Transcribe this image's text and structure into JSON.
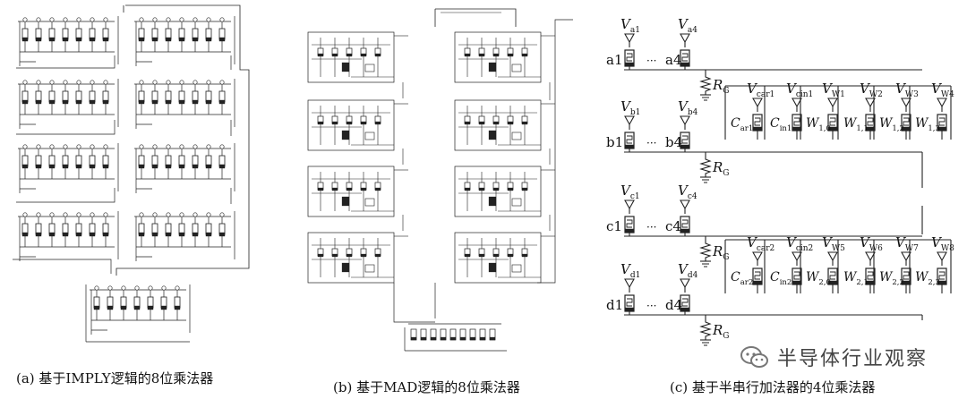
{
  "captions": {
    "a": "(a) 基于IMPLY逻辑的8位乘法器",
    "b": "(b) 基于MAD逻辑的8位乘法器",
    "c": "(c) 基于半串行加法器的4位乘法器"
  },
  "watermark": "半导体行业观察",
  "panel_c": {
    "rows": [
      {
        "v_first": "V",
        "v_first_sub": "a1",
        "v_last": "V",
        "v_last_sub": "a4",
        "first": "a1",
        "last": "a4",
        "rg": "R",
        "rg_sub": "G"
      },
      {
        "v_first": "V",
        "v_first_sub": "b1",
        "v_last": "V",
        "v_last_sub": "b4",
        "first": "b1",
        "last": "b4",
        "rg": "R",
        "rg_sub": "G"
      },
      {
        "v_first": "V",
        "v_first_sub": "c1",
        "v_last": "V",
        "v_last_sub": "c4",
        "first": "c1",
        "last": "c4",
        "rg": "R",
        "rg_sub": "G"
      },
      {
        "v_first": "V",
        "v_first_sub": "d1",
        "v_last": "V",
        "v_last_sub": "d4",
        "first": "d1",
        "last": "d4",
        "rg": "R",
        "rg_sub": "G"
      }
    ],
    "ellipsis": "···",
    "top_bank": {
      "v_labels": [
        {
          "v": "V",
          "sub": "car1"
        },
        {
          "v": "V",
          "sub": "cin1"
        },
        {
          "v": "V",
          "sub": "W1"
        },
        {
          "v": "V",
          "sub": "W2"
        },
        {
          "v": "V",
          "sub": "W3"
        },
        {
          "v": "V",
          "sub": "W4"
        }
      ],
      "cells": [
        {
          "m": "C",
          "sub": "ar1"
        },
        {
          "m": "C",
          "sub": "in1"
        },
        {
          "m": "W",
          "sub": "1,0"
        },
        {
          "m": "W",
          "sub": "1,1"
        },
        {
          "m": "W",
          "sub": "1,2"
        },
        {
          "m": "W",
          "sub": "1,3"
        }
      ]
    },
    "bottom_bank": {
      "v_labels": [
        {
          "v": "V",
          "sub": "car2"
        },
        {
          "v": "V",
          "sub": "cin2"
        },
        {
          "v": "V",
          "sub": "W5"
        },
        {
          "v": "V",
          "sub": "W6"
        },
        {
          "v": "V",
          "sub": "W7"
        },
        {
          "v": "V",
          "sub": "W8"
        }
      ],
      "cells": [
        {
          "m": "C",
          "sub": "ar2"
        },
        {
          "m": "C",
          "sub": "in2"
        },
        {
          "m": "W",
          "sub": "2,0"
        },
        {
          "m": "W",
          "sub": "2,1"
        },
        {
          "m": "W",
          "sub": "2,2"
        },
        {
          "m": "W",
          "sub": "2,3"
        }
      ]
    }
  }
}
